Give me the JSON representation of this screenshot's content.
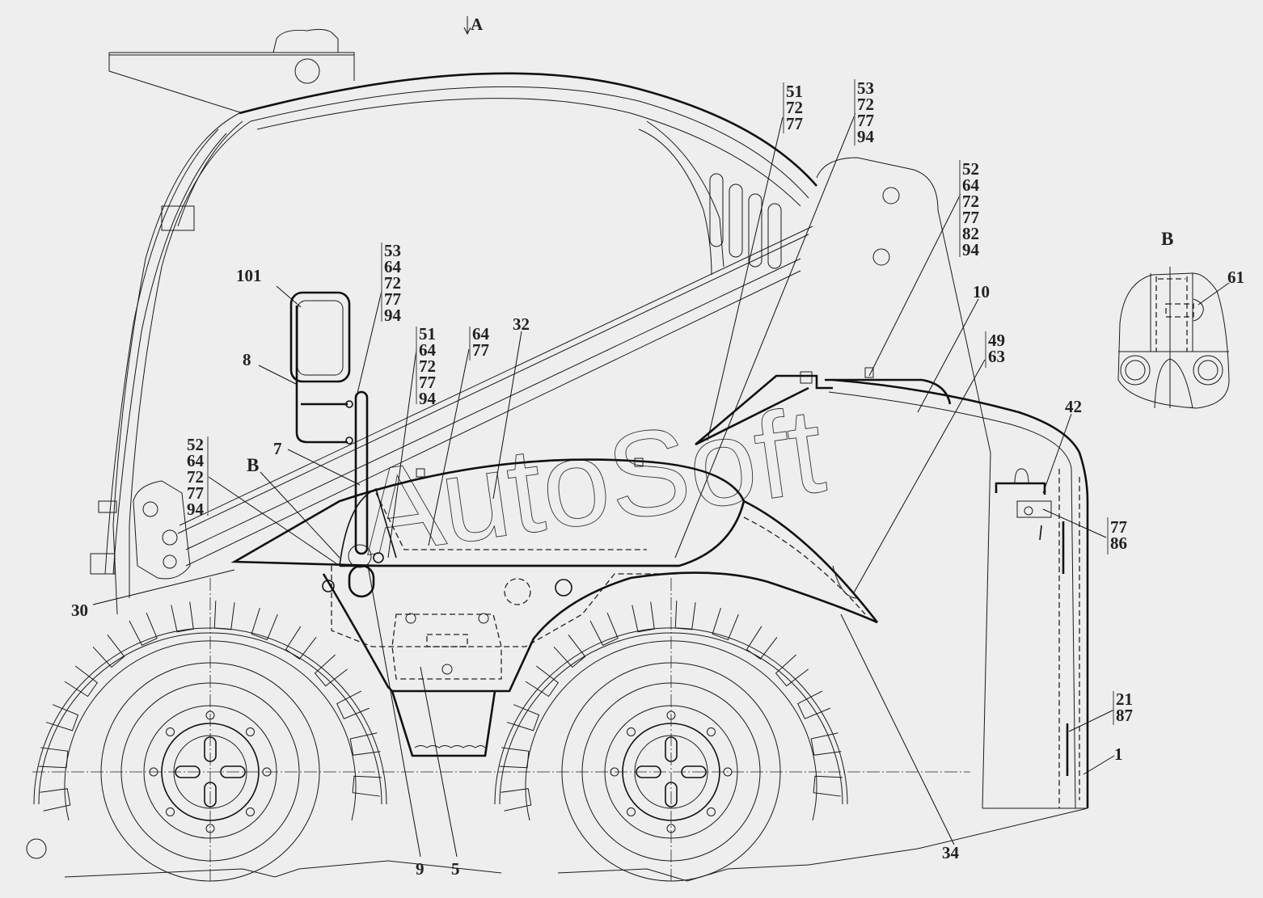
{
  "drawing": {
    "title": "Skid steer loader cab — side view assembly",
    "view_marker": "A",
    "section_title": "B",
    "watermark": "AutoSoft",
    "colors": {
      "background": "#eeeeee",
      "lines": "#111111",
      "label": "#222222"
    }
  },
  "callouts": {
    "c101": "101",
    "c8": "8",
    "c7": "7",
    "cB": "B",
    "c30": "30",
    "c9": "9",
    "c5": "5",
    "c32": "32",
    "c10": "10",
    "c42": "42",
    "c34": "34",
    "c1": "1",
    "c61": "61"
  },
  "callout_stacks": {
    "s1": [
      "53",
      "64",
      "72",
      "77",
      "94"
    ],
    "s2": [
      "51",
      "64",
      "72",
      "77",
      "94"
    ],
    "s3": [
      "64",
      "77"
    ],
    "s4": [
      "52",
      "64",
      "72",
      "77",
      "94"
    ],
    "s5": [
      "51",
      "72",
      "77"
    ],
    "s6": [
      "53",
      "72",
      "77",
      "94"
    ],
    "s7": [
      "52",
      "64",
      "72",
      "77",
      "82",
      "94"
    ],
    "s8": [
      "49",
      "63"
    ],
    "s9": [
      "77",
      "86"
    ],
    "s10": [
      "21",
      "87"
    ]
  }
}
